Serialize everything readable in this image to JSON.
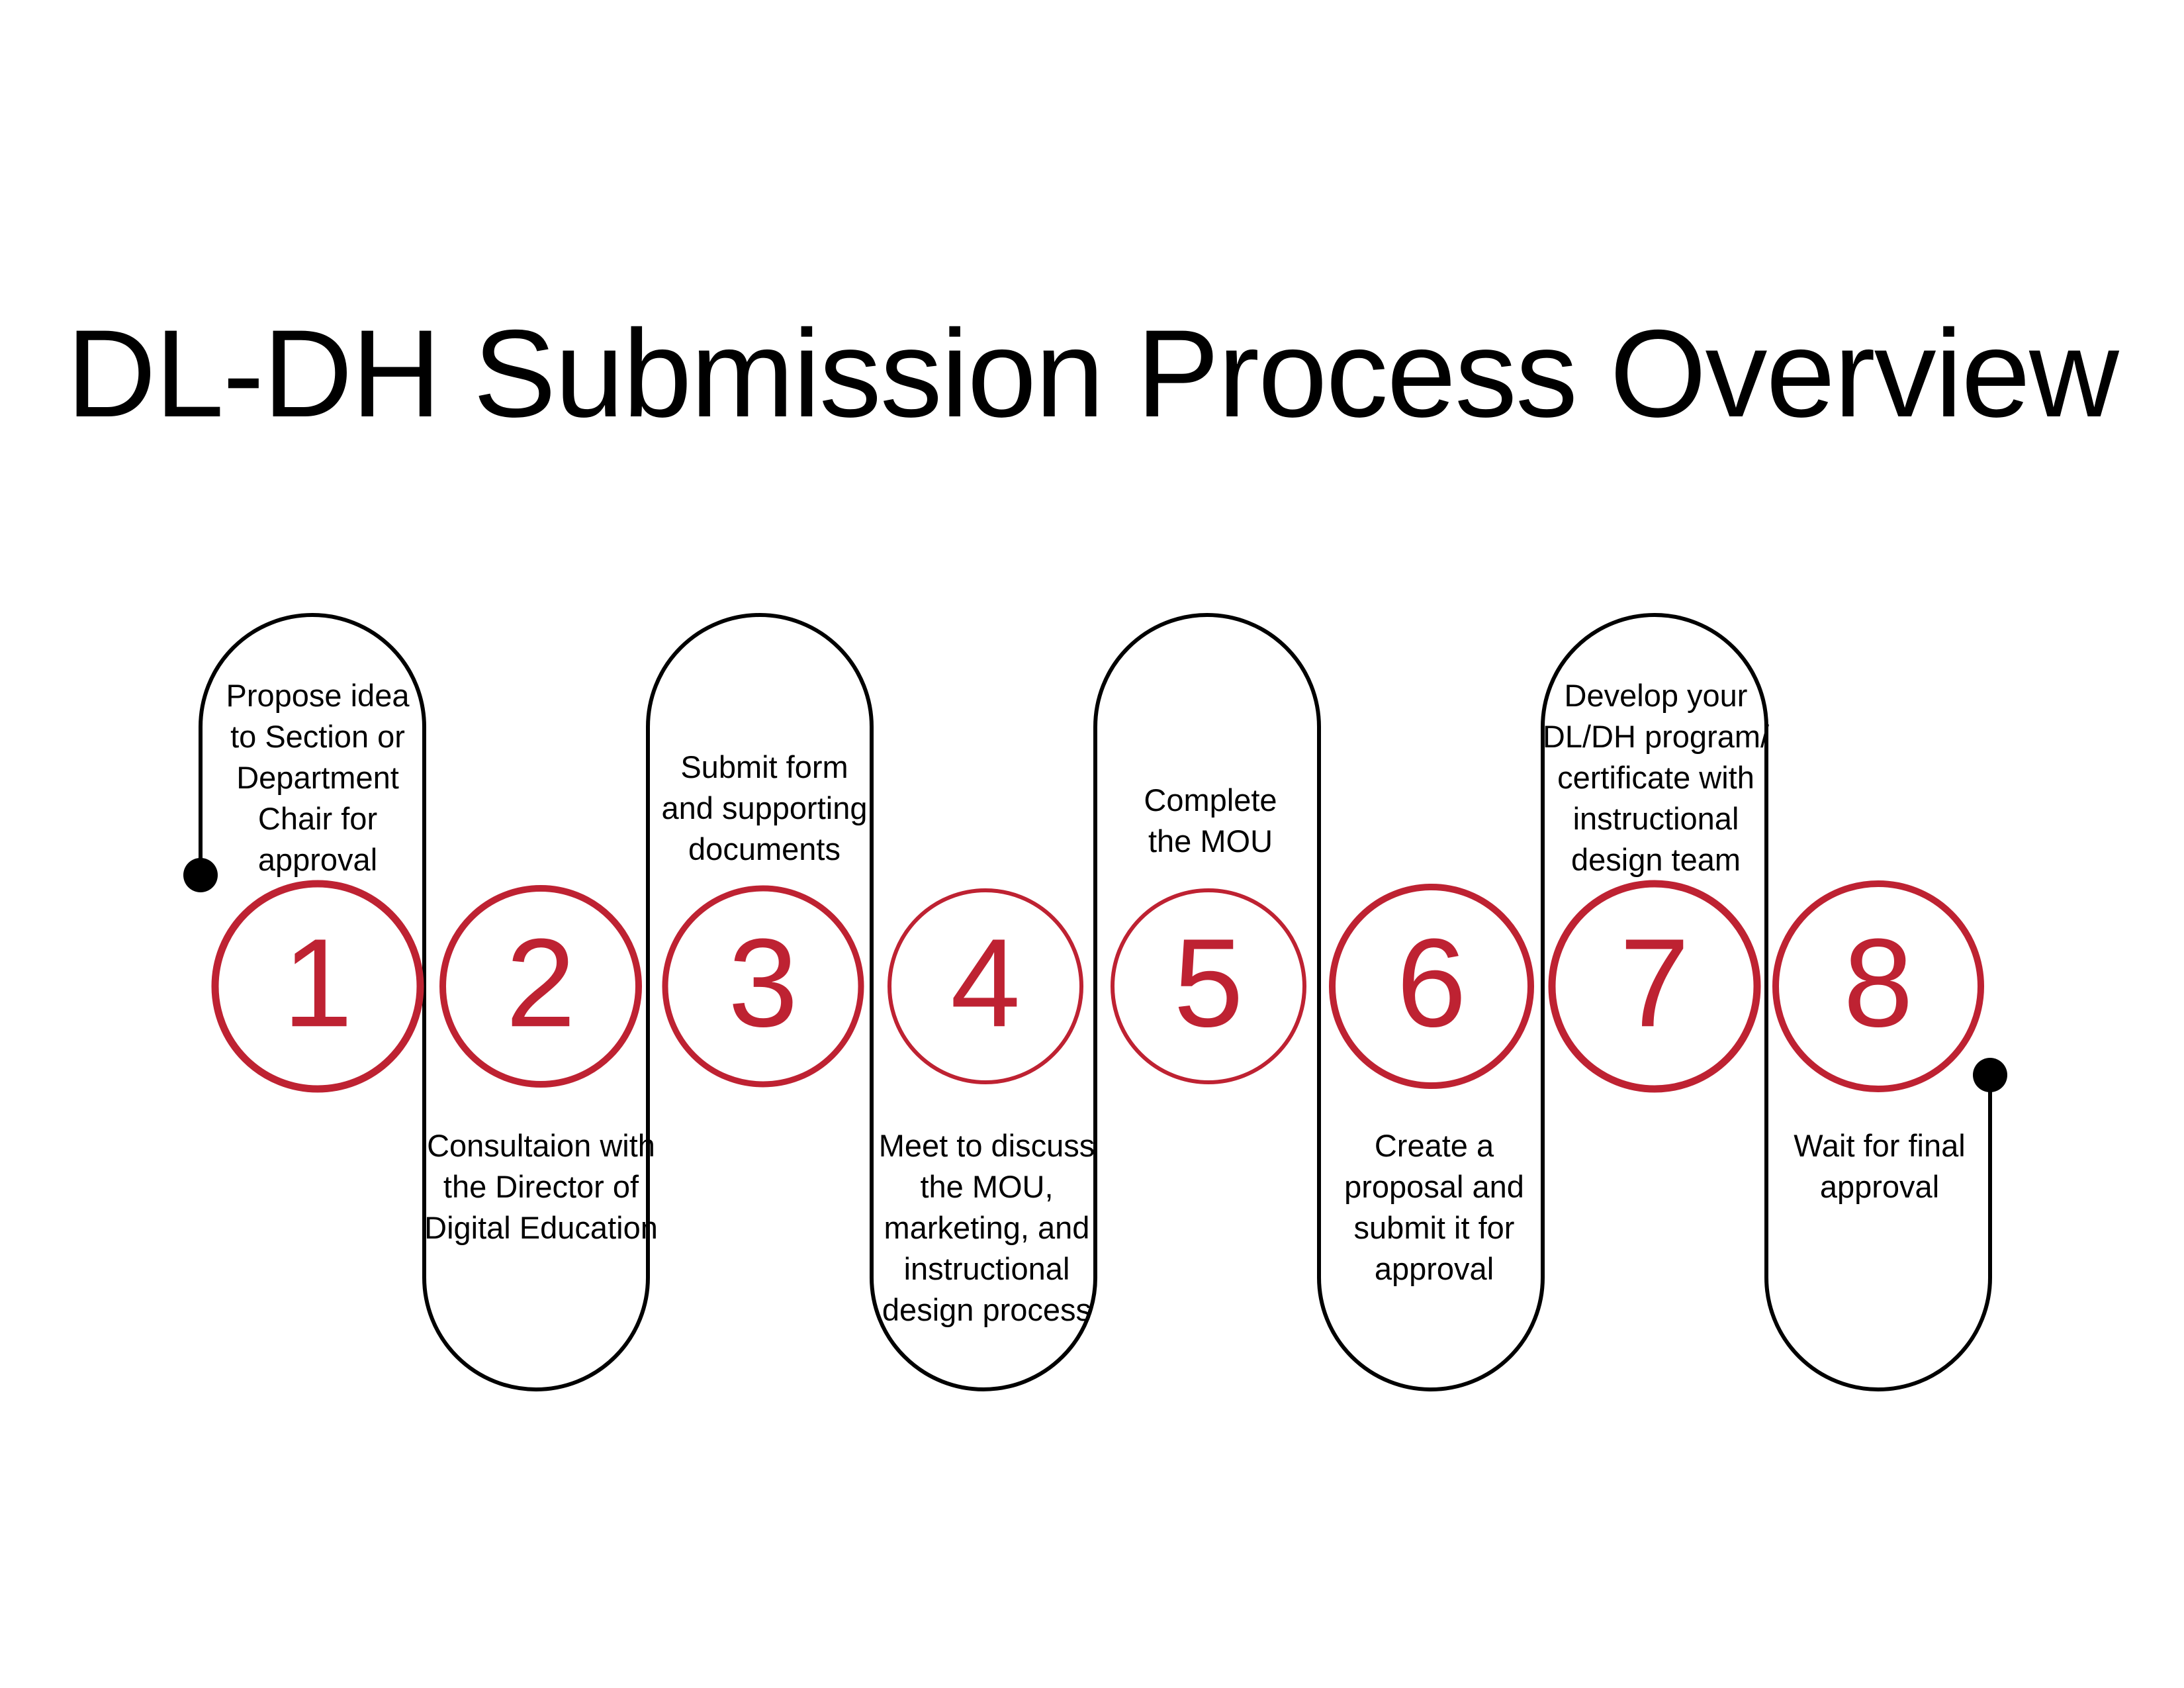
{
  "title": "DL-DH Submission Process Overview",
  "colors": {
    "accent_red": "#BE2232",
    "line_black": "#000000",
    "background": "#FFFFFF"
  },
  "diagram": {
    "type": "serpentine-process-flow",
    "step_count": 8,
    "start_marker": "start-dot",
    "end_marker": "end-dot"
  },
  "steps": [
    {
      "number": "1",
      "label": "Propose idea\nto Section or\nDepartment\nChair for\napproval",
      "label_position": "above"
    },
    {
      "number": "2",
      "label": "Consultaion with\nthe Director of\nDigital Education",
      "label_position": "below"
    },
    {
      "number": "3",
      "label": "Submit form\nand supporting\ndocuments",
      "label_position": "above"
    },
    {
      "number": "4",
      "label": "Meet to discuss\nthe MOU,\nmarketing, and\ninstructional\ndesign process",
      "label_position": "below"
    },
    {
      "number": "5",
      "label": "Complete\nthe MOU",
      "label_position": "above"
    },
    {
      "number": "6",
      "label": "Create a\nproposal and\nsubmit it for\napproval",
      "label_position": "below"
    },
    {
      "number": "7",
      "label": "Develop your\nDL/DH program/\ncertificate with\ninstructional\ndesign team",
      "label_position": "above"
    },
    {
      "number": "8",
      "label": "Wait for final\napproval",
      "label_position": "below"
    }
  ]
}
